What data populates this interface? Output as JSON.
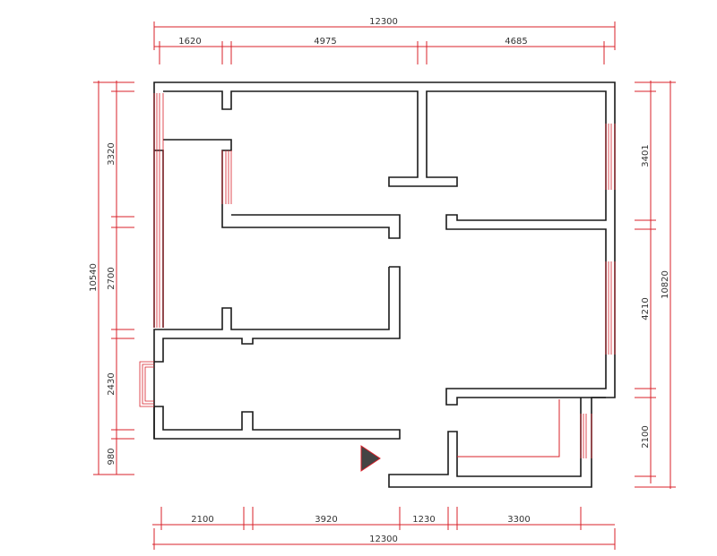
{
  "dimensions": {
    "top_total": "12300",
    "top_segments": [
      "1620",
      "4975",
      "4685"
    ],
    "bottom_total": "12300",
    "bottom_segments": [
      "2100",
      "3920",
      "1230",
      "3300"
    ],
    "left_total": "10540",
    "left_segments": [
      "3320",
      "2700",
      "2430",
      "980"
    ],
    "right_total": "10820",
    "right_segments": [
      "3401",
      "4210",
      "2100"
    ]
  },
  "colors": {
    "wall": "#1a1a1a",
    "dimension": "#d8202a",
    "entry_marker": "#444444"
  },
  "icons": {
    "entry_marker": "entrance-arrow-icon"
  }
}
